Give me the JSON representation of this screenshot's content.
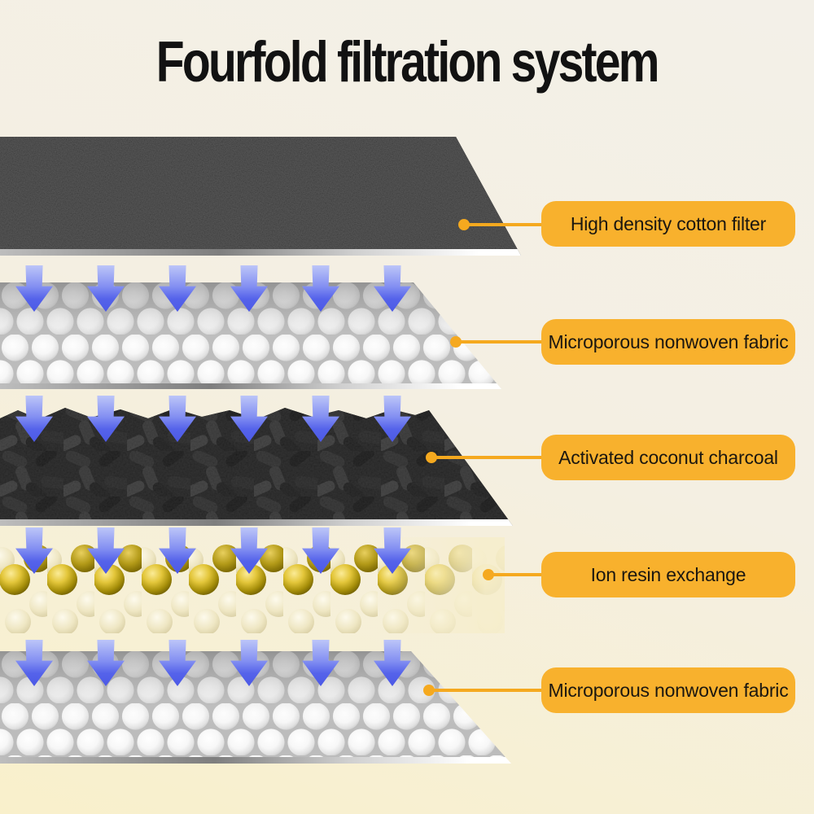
{
  "title": "Fourfold filtration system",
  "layers": [
    {
      "label": "High density cotton filter",
      "material": "black textured cotton sheet"
    },
    {
      "label": "Microporous nonwoven fabric",
      "material": "white honeycomb fabric sheet"
    },
    {
      "label": "Activated coconut charcoal",
      "material": "black charcoal pellets"
    },
    {
      "label": "Ion resin exchange",
      "material": "gold resin beads"
    },
    {
      "label": "Microporous nonwoven fabric",
      "material": "white honeycomb fabric sheet"
    }
  ],
  "icons": {
    "down_arrow_icon": "⬇",
    "arrow_rows": 4,
    "arrows_per_row": 6
  },
  "colors": {
    "label_background": "#f8b12d",
    "callout_line": "#f5a91f",
    "label_text": "#1b1710",
    "title_text": "#121212",
    "arrow_gradient_top": "#bcc5f8",
    "arrow_gradient_bottom": "#4c59e6",
    "background_top": "#f3f0e8",
    "background_bottom": "#f9f0cb"
  }
}
